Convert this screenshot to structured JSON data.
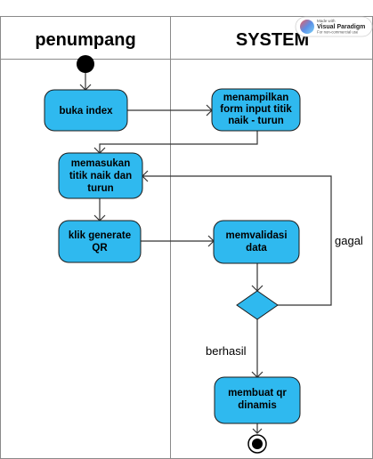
{
  "lanes": [
    {
      "id": "penumpang",
      "title": "penumpang"
    },
    {
      "id": "system",
      "title": "SYSTEM"
    }
  ],
  "watermark": {
    "small": "Made with",
    "brand": "Visual Paradigm",
    "note": "For non-commercial use"
  },
  "nodes": {
    "buka_index": [
      "buka index"
    ],
    "menampilkan_form": [
      "menampilkan",
      "form input titik",
      "naik - turun"
    ],
    "memasukan_titik": [
      "memasukan",
      "titik naik dan",
      "turun"
    ],
    "klik_generate": [
      "klik generate",
      "QR"
    ],
    "memvalidasi": [
      "memvalidasi",
      "data"
    ],
    "membuat_qr": [
      "membuat qr",
      "dinamis"
    ]
  },
  "flow_labels": {
    "gagal": "gagal",
    "berhasil": "berhasil"
  },
  "colors": {
    "action_fill": "#2fb9ef",
    "decision_fill": "#2fb9ef",
    "node_stroke": "#1a1a1a",
    "lane_line": "#8a8a8a",
    "start_node": "#000000"
  }
}
